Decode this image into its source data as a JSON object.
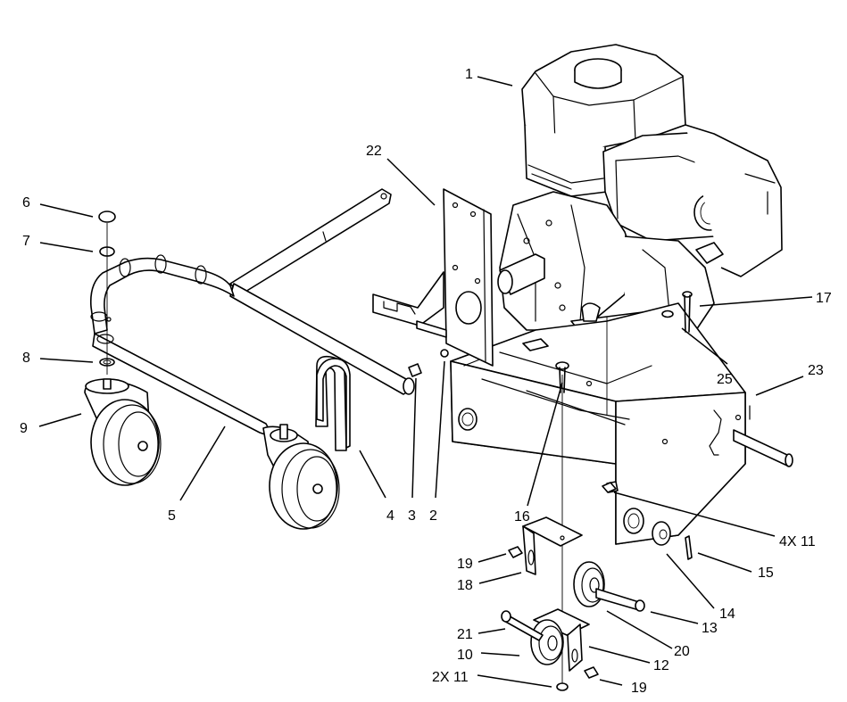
{
  "callouts": [
    {
      "id": "c1",
      "text": "1"
    },
    {
      "id": "c22",
      "text": "22"
    },
    {
      "id": "c6",
      "text": "6"
    },
    {
      "id": "c7",
      "text": "7"
    },
    {
      "id": "c17",
      "text": "17"
    },
    {
      "id": "c8",
      "text": "8"
    },
    {
      "id": "c9",
      "text": "9"
    },
    {
      "id": "c25",
      "text": "25"
    },
    {
      "id": "c23",
      "text": "23"
    },
    {
      "id": "c5",
      "text": "5"
    },
    {
      "id": "c4",
      "text": "4"
    },
    {
      "id": "c3",
      "text": "3"
    },
    {
      "id": "c2",
      "text": "2"
    },
    {
      "id": "c16",
      "text": "16"
    },
    {
      "id": "c4x11",
      "text": "4X 11"
    },
    {
      "id": "c19a",
      "text": "19"
    },
    {
      "id": "c15",
      "text": "15"
    },
    {
      "id": "c18",
      "text": "18"
    },
    {
      "id": "c14",
      "text": "14"
    },
    {
      "id": "c13",
      "text": "13"
    },
    {
      "id": "c21",
      "text": "21"
    },
    {
      "id": "c20",
      "text": "20"
    },
    {
      "id": "c10",
      "text": "10"
    },
    {
      "id": "c12",
      "text": "12"
    },
    {
      "id": "c2x11",
      "text": "2X 11"
    },
    {
      "id": "c19b",
      "text": "19"
    }
  ]
}
